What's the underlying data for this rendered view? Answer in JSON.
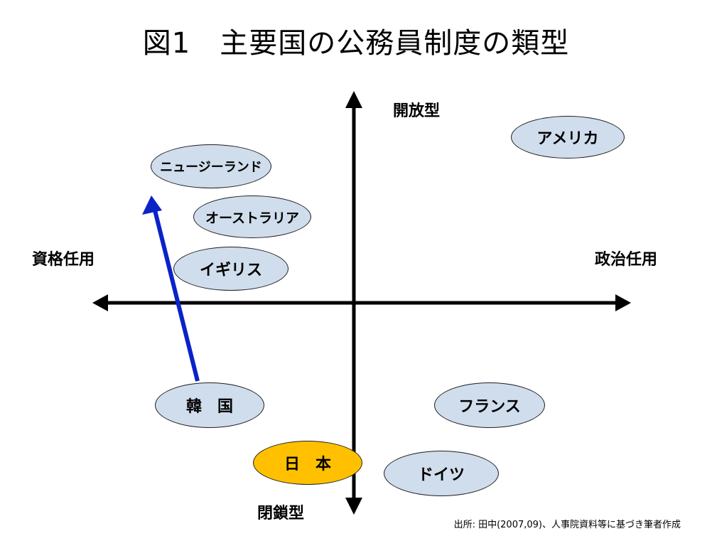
{
  "title": "図1　主要国の公務員制度の類型",
  "axes": {
    "top": "開放型",
    "bottom": "閉鎖型",
    "left": "資格任用",
    "right": "政治任用"
  },
  "countries": {
    "usa": "アメリカ",
    "new_zealand": "ニュージーランド",
    "australia": "オーストラリア",
    "uk": "イギリス",
    "korea": "韓　国",
    "japan": "日　本",
    "france": "フランス",
    "germany": "ドイツ"
  },
  "colors": {
    "ellipse_fill": "#d0ddec",
    "japan_fill": "#ffc000",
    "arrow": "#0a22c8",
    "axis": "#000000"
  },
  "source": "出所: 田中(2007,09)、人事院資料等に基づき筆者作成"
}
